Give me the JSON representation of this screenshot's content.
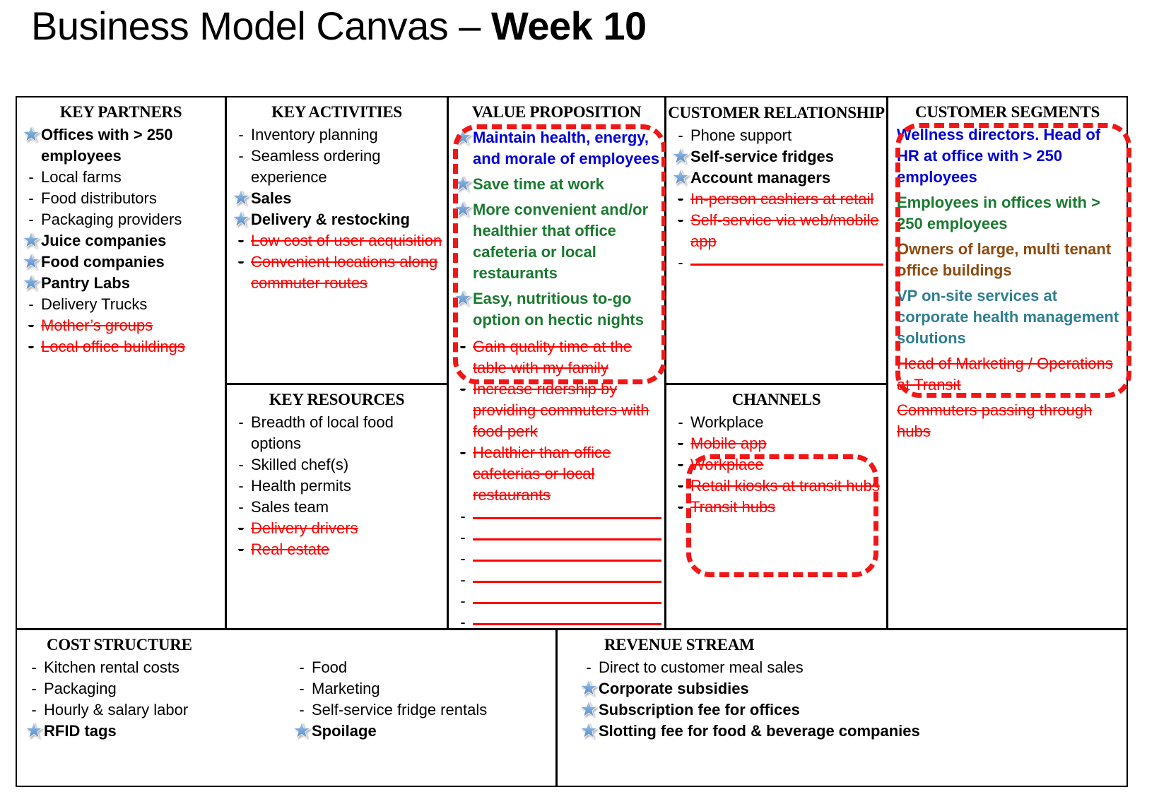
{
  "title": {
    "plain": "Business Model Canvas – ",
    "strong": "Week 10"
  },
  "icons": {
    "star": "star-icon"
  },
  "colors": {
    "blue": "#0000dd",
    "green": "#1a7a30",
    "brown": "#8c4a10",
    "teal": "#2f7f8f",
    "strike_red": "#ff0000",
    "highlight_red": "#f21616",
    "star_blue": "#7ba7d7"
  },
  "blocks": {
    "key_partners": {
      "title": "KEY PARTNERS",
      "items": [
        {
          "marker": "star",
          "text": "Offices with > 250 employees",
          "style": "bold"
        },
        {
          "marker": "dash",
          "text": "Local farms",
          "style": "plain"
        },
        {
          "marker": "dash",
          "text": "Food distributors",
          "style": "plain"
        },
        {
          "marker": "dash",
          "text": "Packaging providers",
          "style": "plain"
        },
        {
          "marker": "star",
          "text": "Juice companies",
          "style": "bold"
        },
        {
          "marker": "star",
          "text": "Food companies",
          "style": "bold"
        },
        {
          "marker": "star",
          "text": "Pantry Labs",
          "style": "bold"
        },
        {
          "marker": "dash",
          "text": "Delivery Trucks",
          "style": "plain"
        },
        {
          "marker": "dash",
          "text": "Mother’s groups",
          "style": "struck"
        },
        {
          "marker": "dash",
          "text": "Local office buildings",
          "style": "struck"
        }
      ]
    },
    "key_activities": {
      "title": "KEY ACTIVITIES",
      "items": [
        {
          "marker": "dash",
          "text": "Inventory planning",
          "style": "plain"
        },
        {
          "marker": "dash",
          "text": "Seamless ordering experience",
          "style": "plain"
        },
        {
          "marker": "star",
          "text": "Sales",
          "style": "bold"
        },
        {
          "marker": "star",
          "text": "Delivery & restocking",
          "style": "bold"
        },
        {
          "marker": "dash",
          "text": "Low cost of user acquisition",
          "style": "struck"
        },
        {
          "marker": "dash",
          "text": "Convenient locations along commuter routes",
          "style": "struck"
        }
      ]
    },
    "key_resources": {
      "title": "KEY RESOURCES",
      "items": [
        {
          "marker": "dash",
          "text": "Breadth of local food options",
          "style": "plain"
        },
        {
          "marker": "dash",
          "text": "Skilled chef(s)",
          "style": "plain"
        },
        {
          "marker": "dash",
          "text": "Health permits",
          "style": "plain"
        },
        {
          "marker": "dash",
          "text": "Sales team",
          "style": "plain"
        },
        {
          "marker": "dash",
          "text": "Delivery drivers",
          "style": "struck"
        },
        {
          "marker": "dash",
          "text": "Real estate",
          "style": "struck"
        }
      ]
    },
    "value_proposition": {
      "title": "VALUE PROPOSITION",
      "highlighted_items": [
        {
          "marker": "star",
          "text": "Maintain health, energy, and morale of employees",
          "style": "blue"
        },
        {
          "marker": "star",
          "text": "Save time at work",
          "style": "green"
        },
        {
          "marker": "star",
          "text": "More convenient and/or healthier that office cafeteria or local restaurants",
          "style": "green"
        },
        {
          "marker": "star",
          "text": "Easy, nutritious to-go option on hectic nights",
          "style": "green"
        }
      ],
      "items": [
        {
          "marker": "dash",
          "text": "Gain quality time at the table with my family",
          "style": "struck"
        },
        {
          "marker": "dash",
          "text": "Increase ridership by providing commuters with food perk",
          "style": "struck"
        },
        {
          "marker": "dash",
          "text": "Healthier than office cafeterias or local restaurants",
          "style": "struck"
        },
        {
          "marker": "dash",
          "text": "",
          "style": "blank"
        },
        {
          "marker": "dash",
          "text": "",
          "style": "blank"
        },
        {
          "marker": "dash",
          "text": "",
          "style": "blank"
        },
        {
          "marker": "dash",
          "text": "",
          "style": "blank"
        },
        {
          "marker": "dash",
          "text": "",
          "style": "blank"
        },
        {
          "marker": "dash",
          "text": "",
          "style": "blank"
        }
      ]
    },
    "customer_relationship": {
      "title": "CUSTOMER RELATIONSHIP",
      "items": [
        {
          "marker": "dash",
          "text": "Phone support",
          "style": "plain"
        },
        {
          "marker": "star",
          "text": "Self-service fridges",
          "style": "bold"
        },
        {
          "marker": "star",
          "text": "Account managers",
          "style": "bold"
        },
        {
          "marker": "dash",
          "text": "In-person cashiers at retail",
          "style": "struck"
        },
        {
          "marker": "dash",
          "text": "Self-service via web/mobile app",
          "style": "struck"
        },
        {
          "marker": "dash",
          "text": "",
          "style": "blank"
        }
      ]
    },
    "channels": {
      "title": "CHANNELS",
      "items": [
        {
          "marker": "dash",
          "text": "Workplace",
          "style": "plain"
        },
        {
          "marker": "dash",
          "text": "Mobile app",
          "style": "struck"
        },
        {
          "marker": "dash",
          "text": "Workplace",
          "style": "struck"
        },
        {
          "marker": "dash",
          "text": "Retail kiosks at transit hubs",
          "style": "struck"
        },
        {
          "marker": "dash",
          "text": "Transit hubs",
          "style": "struck"
        }
      ]
    },
    "customer_segments": {
      "title": "CUSTOMER SEGMENTS",
      "items": [
        {
          "marker": "none",
          "text": "Wellness directors. Head of HR at office with > 250 employees",
          "style": "blue"
        },
        {
          "marker": "none",
          "text": "Employees in offices with > 250 employees",
          "style": "green"
        },
        {
          "marker": "none",
          "text": "Owners of large, multi tenant office buildings",
          "style": "brown"
        },
        {
          "marker": "none",
          "text": "VP on-site services at corporate health management solutions",
          "style": "teal"
        },
        {
          "marker": "none",
          "text": "Head of Marketing / Operations at Transit",
          "style": "struck"
        },
        {
          "marker": "none",
          "text": "Commuters passing through hubs",
          "style": "struck"
        }
      ]
    },
    "cost_structure": {
      "title": "COST STRUCTURE",
      "column_left": [
        {
          "marker": "dash",
          "text": "Kitchen rental costs",
          "style": "plain"
        },
        {
          "marker": "dash",
          "text": "Packaging",
          "style": "plain"
        },
        {
          "marker": "dash",
          "text": "Hourly & salary labor",
          "style": "plain"
        },
        {
          "marker": "star",
          "text": "RFID tags",
          "style": "bold"
        }
      ],
      "column_right": [
        {
          "marker": "dash",
          "text": "Food",
          "style": "plain"
        },
        {
          "marker": "dash",
          "text": "Marketing",
          "style": "plain"
        },
        {
          "marker": "dash",
          "text": "Self-service fridge rentals",
          "style": "plain"
        },
        {
          "marker": "star",
          "text": "Spoilage",
          "style": "bold"
        }
      ]
    },
    "revenue_stream": {
      "title": "REVENUE STREAM",
      "items": [
        {
          "marker": "dash",
          "text": "Direct to customer meal sales",
          "style": "plain"
        },
        {
          "marker": "star",
          "text": "Corporate subsidies",
          "style": "bold"
        },
        {
          "marker": "star",
          "text": "Subscription fee for offices",
          "style": "bold"
        },
        {
          "marker": "star",
          "text": "Slotting fee for food & beverage companies",
          "style": "bold"
        }
      ]
    }
  }
}
